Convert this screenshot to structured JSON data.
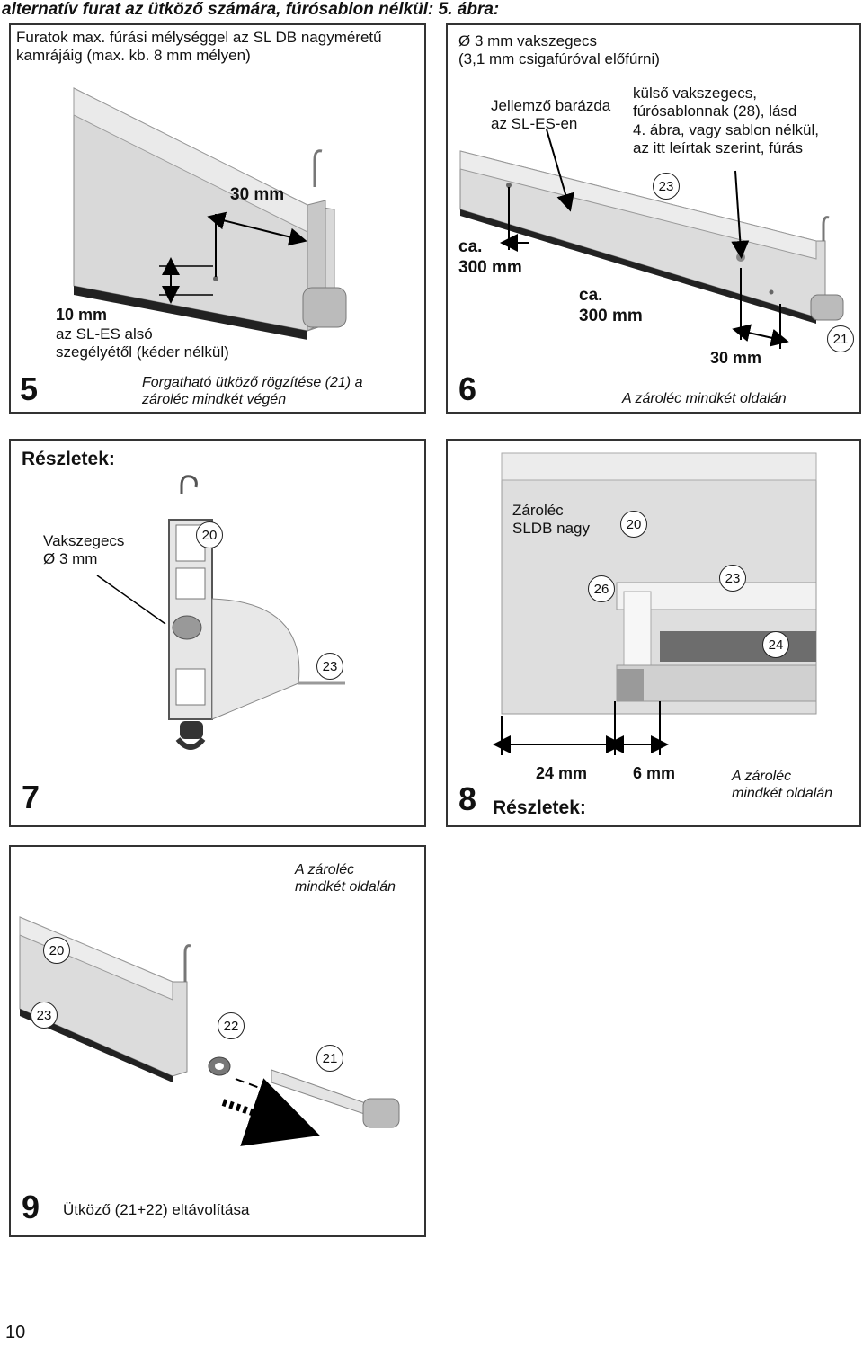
{
  "header": {
    "title": "alternatív furat az ütköző számára, fúrósablon nélkül: 5. ábra:"
  },
  "fig5": {
    "number": "5",
    "note_top": "Furatok max. fúrási mélységgel az SL DB nagyméretű\nkamrájáig (max. kb. 8 mm mélyen)",
    "dim_30": "30 mm",
    "dim_10": "10 mm",
    "note_bottom": "az SL-ES alsó\nszegélyétől (kéder nélkül)",
    "caption": "Forgatható ütköző rögzítése (21) a\nzároléc mindkét végén"
  },
  "fig6": {
    "number": "6",
    "note_nail": "Ø 3 mm vakszegecs\n(3,1 mm csigafúróval előfúrni)",
    "note_groove": "Jellemző barázda\naz SL-ES-en",
    "note_outer": "külső vakszegecs,\nfúrósablonnak (28), lásd\n4. ábra, vagy sablon nélkül,\naz itt leírtak szerint, fúrás",
    "callout_23": "23",
    "callout_21": "21",
    "dim_ca1": "ca.\n300 mm",
    "dim_ca2": "ca.\n300 mm",
    "dim_30": "30 mm",
    "caption": "A zároléc mindkét oldalán"
  },
  "fig7": {
    "number": "7",
    "title": "Részletek:",
    "note": "Vakszegecs\nØ 3 mm",
    "callout_20": "20",
    "callout_23": "23"
  },
  "fig8": {
    "number": "8",
    "title": "Részletek:",
    "note": "Zároléc\nSLDB nagy",
    "callout_20": "20",
    "callout_26": "26",
    "callout_23": "23",
    "callout_24": "24",
    "dim_24": "24 mm",
    "dim_6": "6 mm",
    "caption": "A zároléc\nmindkét oldalán"
  },
  "fig9": {
    "number": "9",
    "caption": "Ütköző (21+22) eltávolítása",
    "note": "A zároléc\nmindkét oldalán",
    "callout_20": "20",
    "callout_23": "23",
    "callout_22": "22",
    "callout_21": "21"
  },
  "footer": {
    "page_number": "10"
  }
}
